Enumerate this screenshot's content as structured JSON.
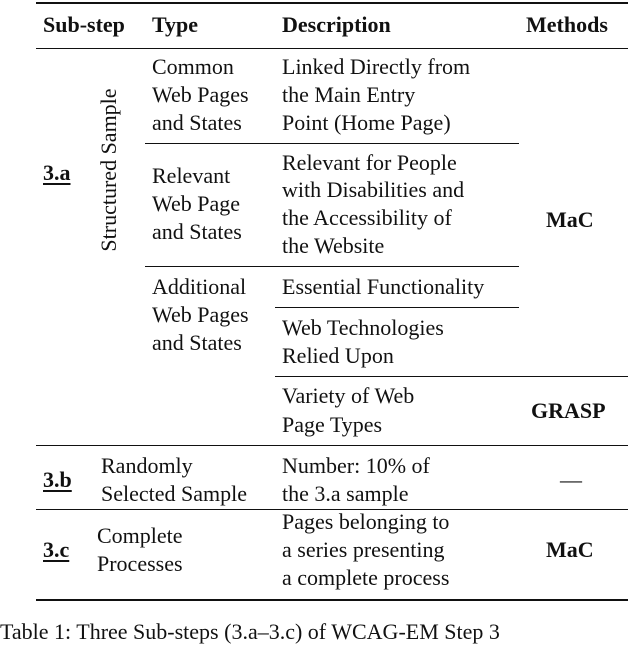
{
  "table": {
    "headers": {
      "substep": "Sub-step",
      "type": "Type",
      "description": "Description",
      "methods": "Methods"
    },
    "section_a": {
      "label": "3.a",
      "rotated_label": "Structured Sample",
      "types": [
        {
          "lines": [
            "Common",
            "Web Pages",
            "and States"
          ]
        },
        {
          "lines": [
            "Relevant",
            "Web Page",
            "and States"
          ]
        },
        {
          "lines": [
            "Additional",
            "Web Pages",
            "and States"
          ]
        }
      ],
      "descriptions": [
        {
          "lines": [
            "Linked Directly from",
            "the Main Entry",
            "Point (Home Page)"
          ]
        },
        {
          "lines": [
            "Relevant for People",
            "with Disabilities and",
            "the Accessibility of",
            "the Website"
          ]
        },
        {
          "lines": [
            "Essential Functionality"
          ]
        },
        {
          "lines": [
            "Web Technologies",
            "Relied Upon"
          ]
        },
        {
          "lines": [
            "Variety of Web",
            "Page Types"
          ]
        }
      ],
      "methods": [
        "MaC",
        "GRASP"
      ]
    },
    "section_b": {
      "label": "3.b",
      "type_lines": [
        "Randomly",
        "Selected Sample"
      ],
      "description_lines": [
        "Number: 10% of",
        "the 3.a sample"
      ],
      "method": "—"
    },
    "section_c": {
      "label": "3.c",
      "type_lines": [
        "Complete",
        "Processes"
      ],
      "description_lines": [
        "Pages belonging to",
        "a series presenting",
        "a complete process"
      ],
      "method": "MaC"
    }
  },
  "caption_partial": "Table 1: Three Sub-steps (3.a–3.c) of WCAG-EM Step 3"
}
